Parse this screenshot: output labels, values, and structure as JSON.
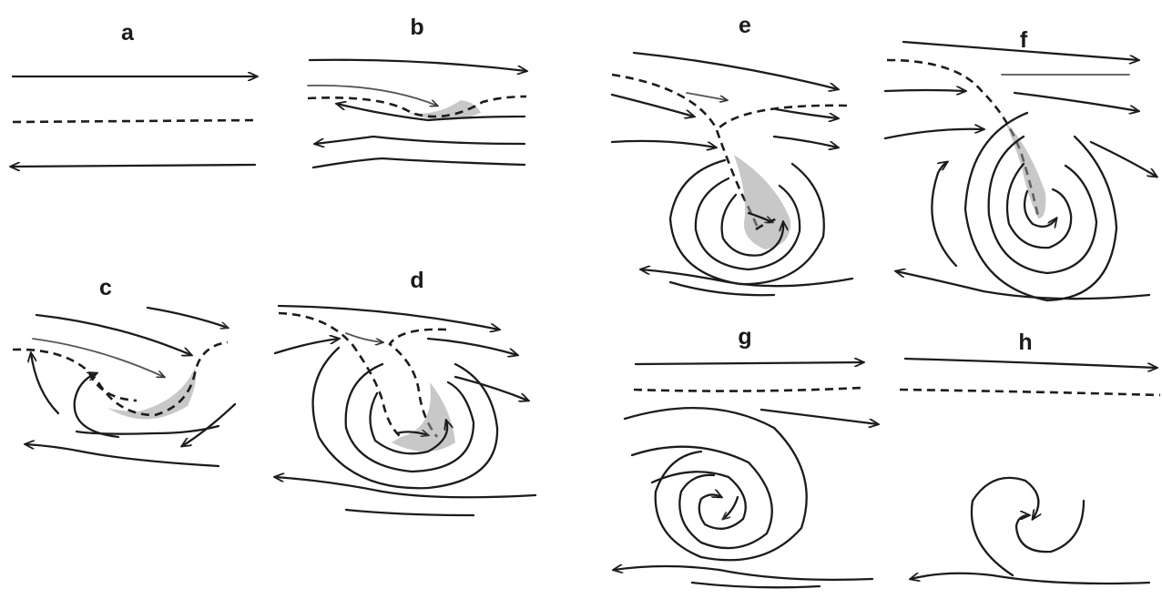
{
  "figure": {
    "panels": [
      {
        "id": "a",
        "label": "a"
      },
      {
        "id": "b",
        "label": "b"
      },
      {
        "id": "c",
        "label": "c"
      },
      {
        "id": "d",
        "label": "d"
      },
      {
        "id": "e",
        "label": "e"
      },
      {
        "id": "f",
        "label": "f"
      },
      {
        "id": "g",
        "label": "g"
      },
      {
        "id": "h",
        "label": "h"
      }
    ]
  },
  "icons": {
    "streamline": "solid-arrow-line",
    "front": "dashed-line",
    "cloud_band": "stippled-shading"
  }
}
